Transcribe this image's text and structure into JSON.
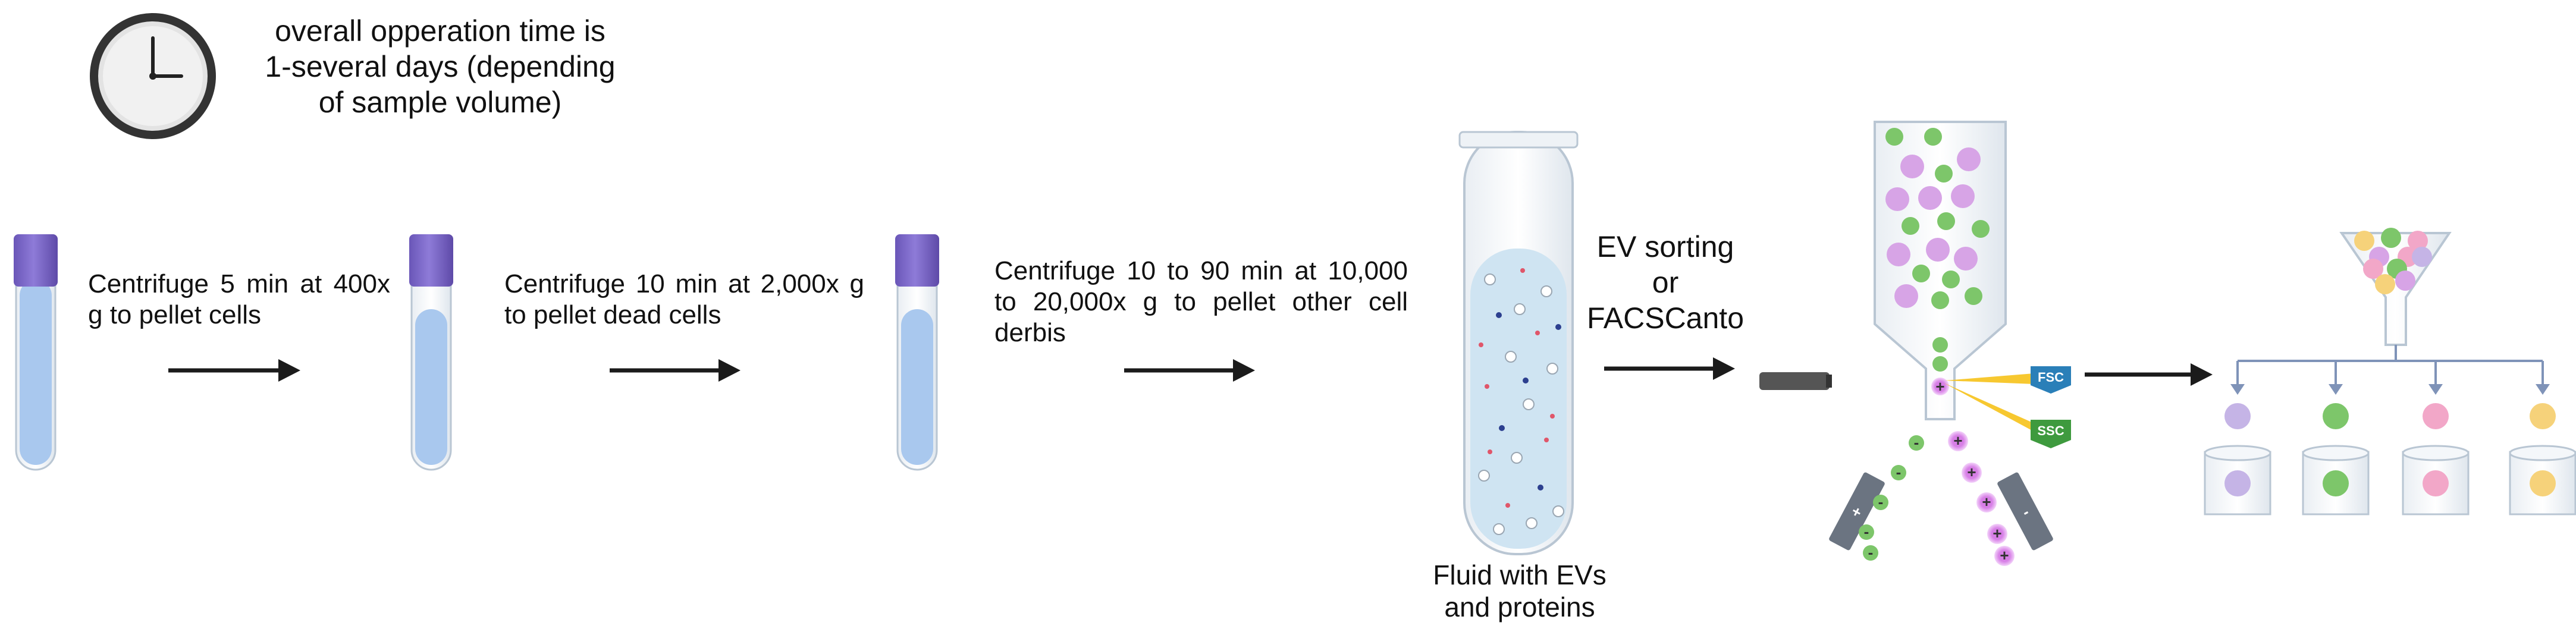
{
  "timing": {
    "lines": [
      "overall opperation time is",
      "1-several days (depending",
      "of sample volume)"
    ]
  },
  "steps": [
    {
      "text": "Centrifuge 5 min at 400x g to pellet cells"
    },
    {
      "text": "Centrifuge 10 min at 2,000x g to pellet dead cells"
    },
    {
      "text": "Centrifuge 10 to 90 min at 10,000 to 20,000x g to pellet other cell derbis"
    }
  ],
  "fluid_label": {
    "lines": [
      "Fluid with  EVs",
      "and proteins"
    ]
  },
  "sorting_label": {
    "lines": [
      "EV sorting",
      "or",
      "FACSCanto"
    ]
  },
  "detectors": {
    "forward": "FSC",
    "side": "SSC"
  },
  "charge_signs": {
    "positive": "+",
    "negative": "-"
  },
  "colors": {
    "cap": "#7b68c8",
    "tube_fluid": "#a9c8ee",
    "fluid": "#cfe4f2",
    "green": "#7dc66a",
    "purple": "#d7a4e6",
    "pink": "#f2a7c8",
    "yellow": "#f6d27a",
    "lavender": "#c5b4e6",
    "fsc_badge": "#2a7fb8",
    "ssc_badge": "#3e9a3e",
    "arrow": "#1b1b1b",
    "branch": "#7f93b8"
  }
}
